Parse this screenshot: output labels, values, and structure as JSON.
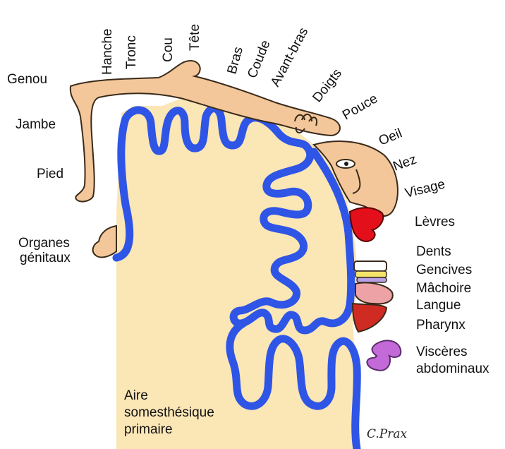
{
  "diagram": {
    "colors": {
      "cortex_fill": "#fbe6b6",
      "gyrus_line": "#2f55e6",
      "skin": "#f3c79a",
      "skin_outline": "#3a2a1a",
      "lips": "#e3101b",
      "tongue": "#eda3a6",
      "pharynx": "#cf2b23",
      "viscera": "#c46ad8",
      "teeth_band": "#f3e36a"
    },
    "labels": {
      "genou": "Genou",
      "jambe": "Jambe",
      "pied": "Pied",
      "organes_line1": "Organes",
      "organes_line2": "génitaux",
      "hanche": "Hanche",
      "tronc": "Tronc",
      "cou": "Cou",
      "tete": "Tête",
      "bras": "Bras",
      "coude": "Coude",
      "avant_bras": "Avant-bras",
      "doigts": "Doigts",
      "pouce": "Pouce",
      "oeil": "Oeil",
      "nez": "Nez",
      "visage": "Visage",
      "levres": "Lèvres",
      "dents": "Dents",
      "gencives": "Gencives",
      "machoire": "Mâchoire",
      "langue": "Langue",
      "pharynx": "Pharynx",
      "visceres_line1": "Viscères",
      "visceres_line2": "abdominaux",
      "aire_line1": "Aire",
      "aire_line2": "somesthésique",
      "aire_line3": "primaire",
      "signature": "C.Prax"
    }
  }
}
